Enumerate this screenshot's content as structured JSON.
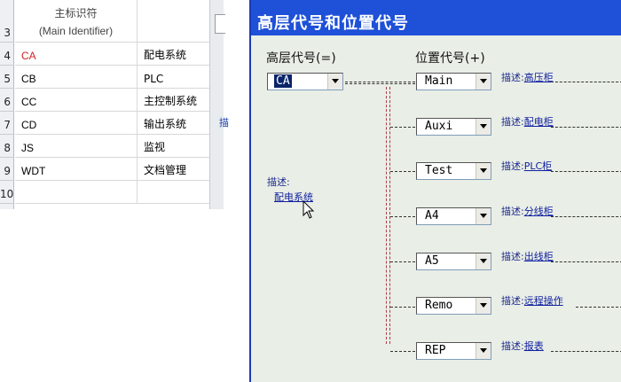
{
  "sheet": {
    "header_top": "主标识符",
    "header_bottom": "(Main Identifier)",
    "rows": [
      {
        "num": "3",
        "a": "",
        "b": ""
      },
      {
        "num": "4",
        "a": "CA",
        "b": "配电系统",
        "color": "#d42020"
      },
      {
        "num": "5",
        "a": "CB",
        "b": "PLC",
        "color": "#333333"
      },
      {
        "num": "6",
        "a": "CC",
        "b": "主控制系统",
        "color": "#333333"
      },
      {
        "num": "7",
        "a": "CD",
        "b": "输出系统",
        "color": "#333333"
      },
      {
        "num": "8",
        "a": "JS",
        "b": "监视",
        "color": "#333333"
      },
      {
        "num": "9",
        "a": "WDT",
        "b": "文档管理",
        "color": "#333333"
      },
      {
        "num": "10",
        "a": "",
        "b": ""
      }
    ]
  },
  "mid": {
    "glyph": "描"
  },
  "dialog": {
    "title": "高层代号和位置代号",
    "high_label": "高层代号(=)",
    "pos_label": "位置代号(+)",
    "high_value": "CA",
    "desc_key": "描述:",
    "left_desc_value": "配电系统",
    "locations": [
      {
        "code": "Main",
        "desc": "高压柜"
      },
      {
        "code": "Auxi",
        "desc": "配电柜"
      },
      {
        "code": "Test",
        "desc": "PLC柜"
      },
      {
        "code": "A4",
        "desc": "分线柜"
      },
      {
        "code": "A5",
        "desc": "出线柜"
      },
      {
        "code": "Remo",
        "desc": "远程操作"
      },
      {
        "code": "REP",
        "desc": "报表"
      }
    ]
  },
  "colors": {
    "title_bar": "#1e50d8",
    "dialog_bg": "#e9eee6",
    "link": "#1020a0",
    "connector": "#b0374a",
    "sheet_red": "#d42020"
  }
}
